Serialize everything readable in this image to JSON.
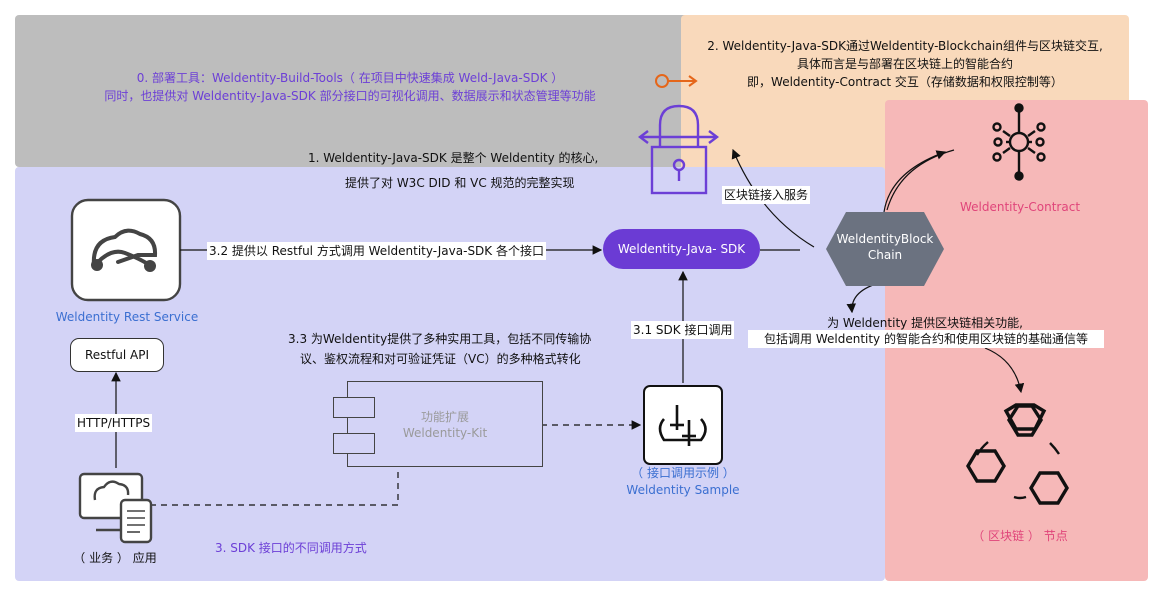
{
  "tools": {
    "line1": "0. 部署工具：Weldentity-Build-Tools（ 在项目中快速集成 Weld-Java-SDK ）",
    "line2": "同时，也提供对 Weldentity-Java-SDK  部分接口的可视化调用、数据展示和状态管理等功能"
  },
  "blockchain_interact": {
    "line1": "2. Weldentity-Java-SDK通过Weldentity-Blockchain组件与区块链交互,",
    "line2": "具体而言是与部署在区块链上的智能合约",
    "line3": "即，Weldentity-Contract 交互（存储数据和权限控制等）"
  },
  "core": {
    "line1": "1. Weldentity-Java-SDK  是整个 Weldentity 的核心,",
    "line2": "提供了对 W3C DID 和 VC 规范的完整实现"
  },
  "rest_service": {
    "label": "Weldentity Rest Service"
  },
  "rest_call": {
    "label": "3.2 提供以 Restful 方式调用 Weldentity-Java-SDK 各个接口"
  },
  "sdk": {
    "label": "Weldentity-Java- SDK"
  },
  "access_service": {
    "label": "区块链接入服务"
  },
  "blockchain": {
    "line1": "WeldentityBlock",
    "line2": "Chain"
  },
  "contract": {
    "label": "Weldentity-Contract"
  },
  "restful_api": {
    "label": "Restful API"
  },
  "http": {
    "label": "HTTP/HTTPS"
  },
  "kit_desc": {
    "line1": "3.3 为Weldentity提供了多种实用工具，包括不同传输协",
    "line2": "议、鉴权流程和对可验证凭证（VC）的多种格式转化"
  },
  "kit": {
    "line1": "功能扩展",
    "line2": "Weldentity-Kit"
  },
  "sdk_call": {
    "label": "3.1 SDK 接口调用"
  },
  "chain_func": {
    "line1": "为 Weldentity 提供区块链相关功能,",
    "line2": "包括调用 Weldentity 的智能合约和使用区块链的基础通信等"
  },
  "sample": {
    "line1": "（ 接口调用示例 ）",
    "line2": "Weldentity Sample"
  },
  "app": {
    "label": "（  业务 ）  应用"
  },
  "sdk_modes": {
    "label": "3. SDK 接口的不同调用方式"
  },
  "node": {
    "label": "（  区块链 ） 节点"
  },
  "icons": {
    "lock": "lock-arrows-icon",
    "contract": "network-nodes-icon",
    "rest": "cloud-sync-icon",
    "sample": "interface-sync-icon",
    "app": "devices-icon",
    "nodes": "hexagon-nodes-icon",
    "link": "circle-arrow-icon"
  },
  "colors": {
    "purple": "#6c3fd6",
    "sdk_pill": "#6b3bd4",
    "blue": "#3b6fd1",
    "pink": "#e0457a",
    "orange": "#e5661a",
    "chain_hex": "#6b7280"
  }
}
